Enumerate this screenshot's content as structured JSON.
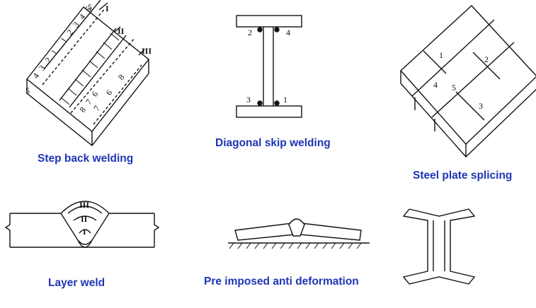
{
  "captions": {
    "step_back": "Step back welding",
    "diagonal_skip": "Diagonal skip welding",
    "plate_splicing": "Steel plate splicing",
    "layer_weld": "Layer weld",
    "anti_deformation": "Pre imposed anti deformation"
  },
  "step_back": {
    "sections": [
      "I",
      "II",
      "III"
    ],
    "numbers_a": [
      "1",
      "2",
      "3",
      "4",
      "5"
    ],
    "numbers_b": [
      "1",
      "2",
      "3",
      "4"
    ],
    "numbers_c": [
      "5",
      "6",
      "7",
      "8"
    ],
    "edge_left": "5",
    "edge_top": "5"
  },
  "diagonal_skip": {
    "labels": [
      "2",
      "4",
      "3",
      "1"
    ]
  },
  "plate_splicing": {
    "labels": [
      "1",
      "2",
      "4",
      "5",
      "3"
    ]
  },
  "layer_weld": {
    "layers": [
      "III",
      "II",
      "I"
    ]
  },
  "colors": {
    "caption": "#1f35b5",
    "line": "#111111"
  }
}
